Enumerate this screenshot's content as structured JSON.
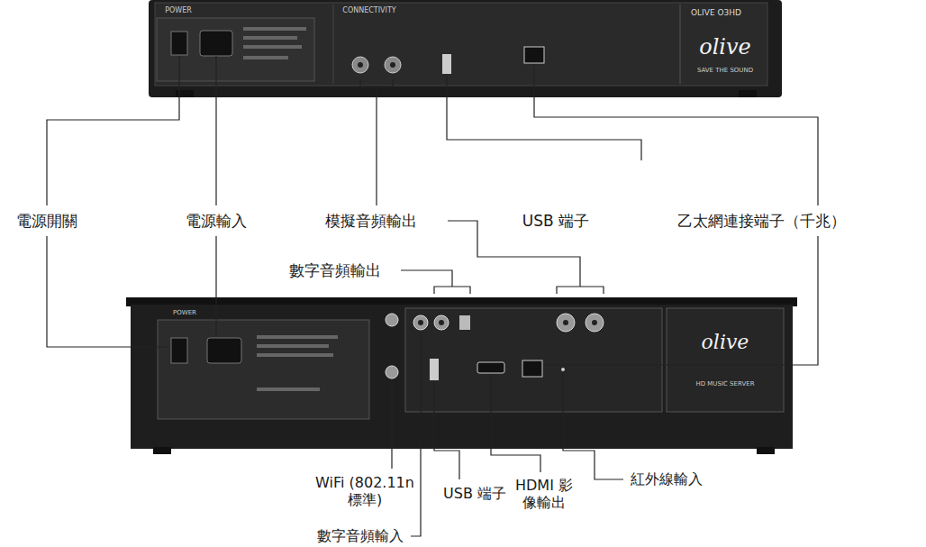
{
  "diagram": {
    "labels": [
      "電源開關",
      "電源輸入",
      "模擬音頻輸出",
      "USB 端子",
      "乙太網連接端子（千兆）",
      "數字音頻輸出",
      "WiFi (802.11n標準)",
      "USB 端子",
      "HDMI 影像輸出",
      "紅外線輸入",
      "數字音頻輸入",
      "POWER",
      "CONNECTIVITY",
      "OLIVE O3HD",
      "olive",
      "SAVE THE SOUND",
      "POWER",
      "olive",
      "HD MUSIC SERVER"
    ]
  }
}
